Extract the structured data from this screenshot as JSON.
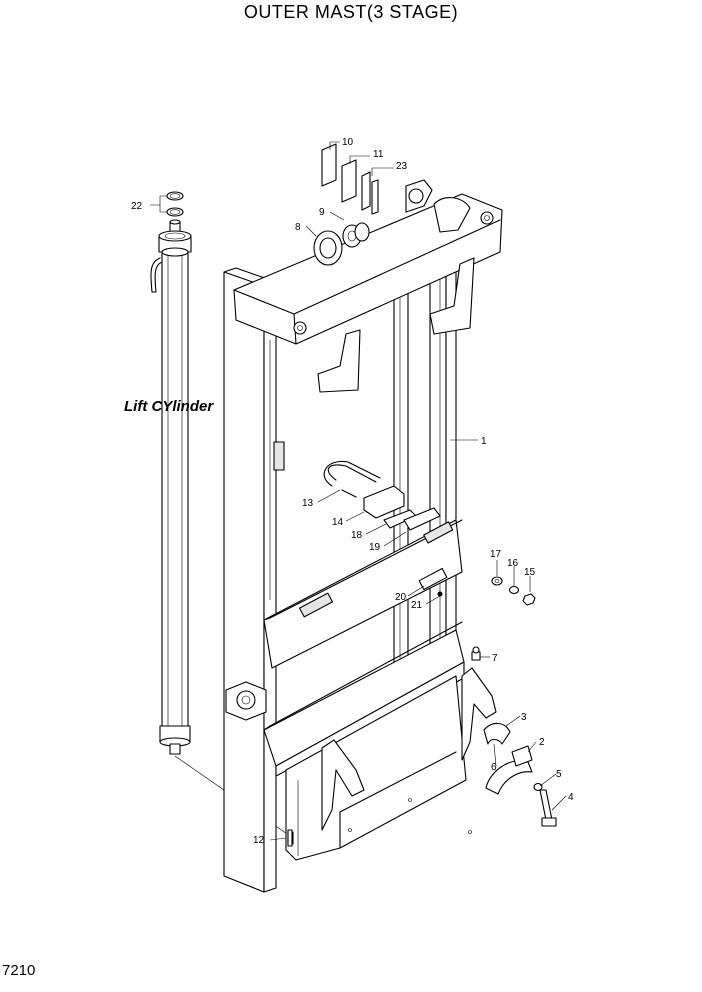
{
  "title": "OUTER MAST(3 STAGE)",
  "page_number": "7210",
  "cylinder_label": "Lift CYlinder",
  "callouts": {
    "c1": "1",
    "c2": "2",
    "c3": "3",
    "c4": "4",
    "c5": "5",
    "c6": "6",
    "c7": "7",
    "c8": "8",
    "c9": "9",
    "c10": "10",
    "c11": "11",
    "c12": "12",
    "c13": "13",
    "c14": "14",
    "c15": "15",
    "c16": "16",
    "c17": "17",
    "c18": "18",
    "c19": "19",
    "c20": "20",
    "c21": "21",
    "c22": "22",
    "c23": "23"
  }
}
